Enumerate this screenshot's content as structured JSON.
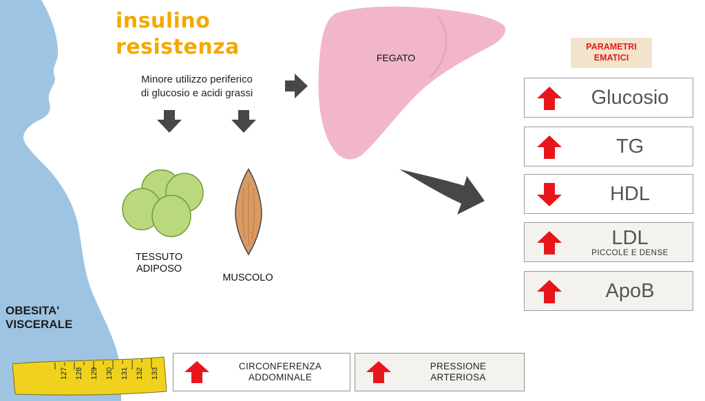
{
  "title": {
    "line1": "insulino",
    "line2": "resistenza"
  },
  "description": {
    "line1": "Minore utilizzo periferico",
    "line2": "di glucosio e acidi grassi"
  },
  "labels": {
    "adipose": {
      "line1": "TESSUTO",
      "line2": "ADIPOSO"
    },
    "muscle": "MUSCOLO",
    "liver": "FEGATO",
    "obesity": {
      "line1": "OBESITA'",
      "line2": "VISCERALE"
    }
  },
  "parameters": {
    "title": {
      "line1": "PARAMETRI",
      "line2": "EMATICI"
    },
    "items": [
      {
        "label": "Glucosio",
        "direction": "up"
      },
      {
        "label": "TG",
        "direction": "up"
      },
      {
        "label": "HDL",
        "direction": "down"
      },
      {
        "label": "LDL",
        "sublabel": "PICCOLE E DENSE",
        "direction": "up"
      },
      {
        "label": "ApoB",
        "direction": "up"
      }
    ]
  },
  "bottom": {
    "items": [
      {
        "line1": "CIRCONFERENZA",
        "line2": "ADDOMINALE",
        "direction": "up"
      },
      {
        "line1": "PRESSIONE",
        "line2": "ARTERIOSA",
        "direction": "up"
      }
    ]
  },
  "tape": {
    "numbers": [
      "127",
      "128",
      "129",
      "130",
      "131",
      "132",
      "133"
    ]
  },
  "colors": {
    "title": "#f2a900",
    "arrow_red": "#e8161b",
    "silhouette": "#9fc4e2",
    "liver": "#f2b6c9",
    "gray_arrow": "#474747",
    "fat_cell": "#b9d97c",
    "muscle": "#d99a63",
    "param_title_bg": "#f3e2cc"
  }
}
